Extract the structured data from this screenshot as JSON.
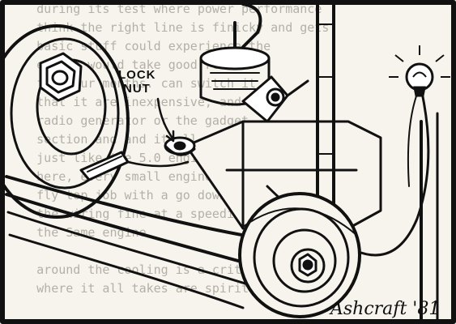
{
  "background_text": [
    "during its test where power performance",
    "think the right line is finicky and gets",
    "basic stuff could experience the",
    "engine would take good remote",
    "for four months. can switch it",
    "that it are inexpensive, and get",
    "radio generator or the gadget",
    "section and and it all would",
    "just like the 5.0 engine we're using",
    "here, every small engine that has a",
    "fly top job with a go down to the mitt",
    "the wiring fine at a speeding of two",
    "the Same engine",
    "",
    "around the cooling is a critical area",
    "where it all takes are spirit this one"
  ],
  "labels": {
    "lock": "LOCK",
    "nut": "NUT"
  },
  "signature": "Ashcraft '81",
  "colors": {
    "ink": "#111111",
    "paper": "#f6f4ec",
    "bleed_text": "#b3b0a8"
  },
  "icons": [
    "light-bulb-icon",
    "pulley-icon",
    "bolt-icon",
    "spark-plug-icon",
    "lock-nut-icon"
  ]
}
